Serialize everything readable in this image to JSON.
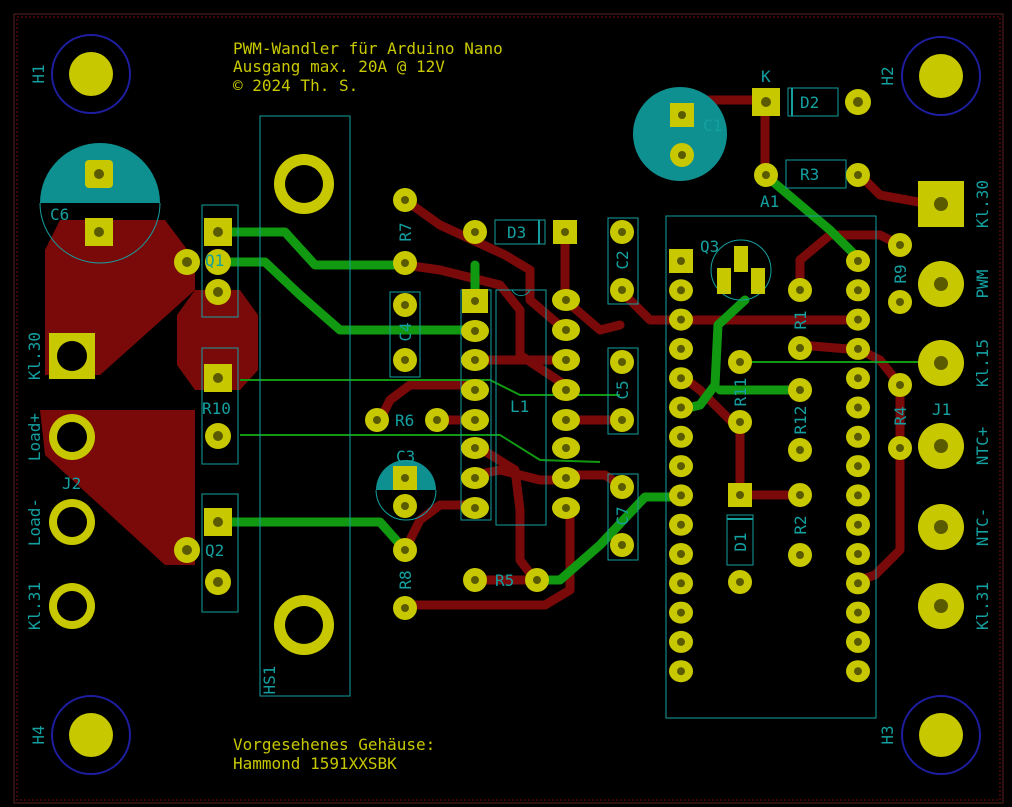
{
  "board": {
    "title_lines": [
      "PWM-Wandler für Arduino Nano",
      "Ausgang max. 20A @ 12V",
      "© 2024 Th. S."
    ],
    "housing_lines": [
      "Vorgesehenes Gehäuse:",
      "Hammond 1591XXSBK"
    ]
  },
  "mounting_holes": [
    "H1",
    "H2",
    "H3",
    "H4"
  ],
  "connector_labels": {
    "left": [
      "Kl.30",
      "Load+",
      "Load-",
      "Kl.31"
    ],
    "right": [
      "Kl.30",
      "PWM",
      "Kl.15",
      "NTC+",
      "NTC-",
      "Kl.31"
    ],
    "j1": "J1",
    "j2": "J2"
  },
  "components": {
    "c6": "C6",
    "q1": "Q1",
    "q2": "Q2",
    "r10": "R10",
    "hs1": "HS1",
    "r7": "R7",
    "r8": "R8",
    "r6": "R6",
    "r5": "R5",
    "c4": "C4",
    "c3": "C3",
    "l1": "L1",
    "c5": "C5",
    "c7": "C7",
    "d3": "D3",
    "c2": "C2",
    "c1": "C1",
    "k": "K",
    "d2": "D2",
    "r3": "R3",
    "a1": "A1",
    "q3": "Q3",
    "r11": "R11",
    "r1": "R1",
    "r12": "R12",
    "r2": "R2",
    "d1": "D1",
    "r9": "R9",
    "r4": "R4"
  },
  "colors": {
    "background": "#000000",
    "edge_cuts": "#c8b400",
    "pad": "#c8c800",
    "pad_dark": "#5a5a00",
    "copper_front": "#7a0a0a",
    "copper_back": "#119911",
    "silkscreen": "#14a0a0",
    "hole_outline": "#1e1ea0"
  }
}
